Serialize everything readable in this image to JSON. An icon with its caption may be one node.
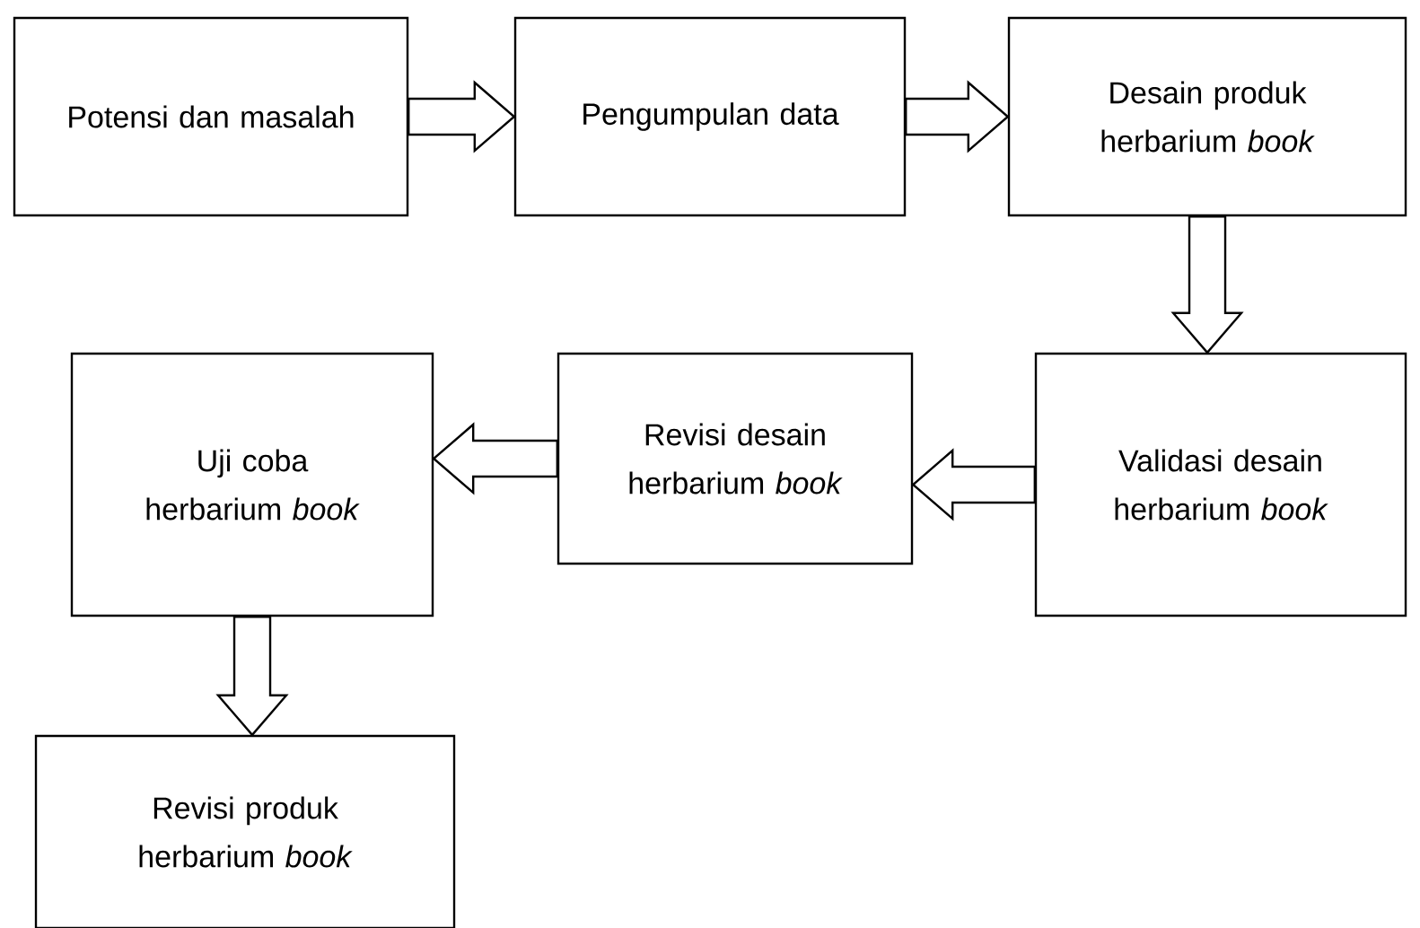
{
  "diagram": {
    "nodes": [
      {
        "text": [
          "Potensi dan masalah"
        ]
      },
      {
        "text": [
          "Pengumpulan data"
        ]
      },
      {
        "text": [
          "Desain produk herbarium *book*"
        ]
      },
      {
        "text": [
          "Uji coba herbarium *book*"
        ]
      },
      {
        "text": [
          "Revisi desain herbarium *book*"
        ]
      },
      {
        "text": [
          "Validasi desain herbarium *book*"
        ]
      },
      {
        "text": [
          "Revisi produk herbarium *book*"
        ]
      }
    ],
    "edges": [
      {
        "from": 0,
        "to": 1,
        "arrow": "to"
      },
      {
        "from": 1,
        "to": 2,
        "arrow": "to"
      },
      {
        "from": 2,
        "to": 5,
        "arrow": "to"
      },
      {
        "from": 5,
        "to": 4,
        "arrow": "to"
      },
      {
        "from": 4,
        "to": 3,
        "arrow": "to"
      },
      {
        "from": 3,
        "to": 6,
        "arrow": "to"
      }
    ]
  }
}
